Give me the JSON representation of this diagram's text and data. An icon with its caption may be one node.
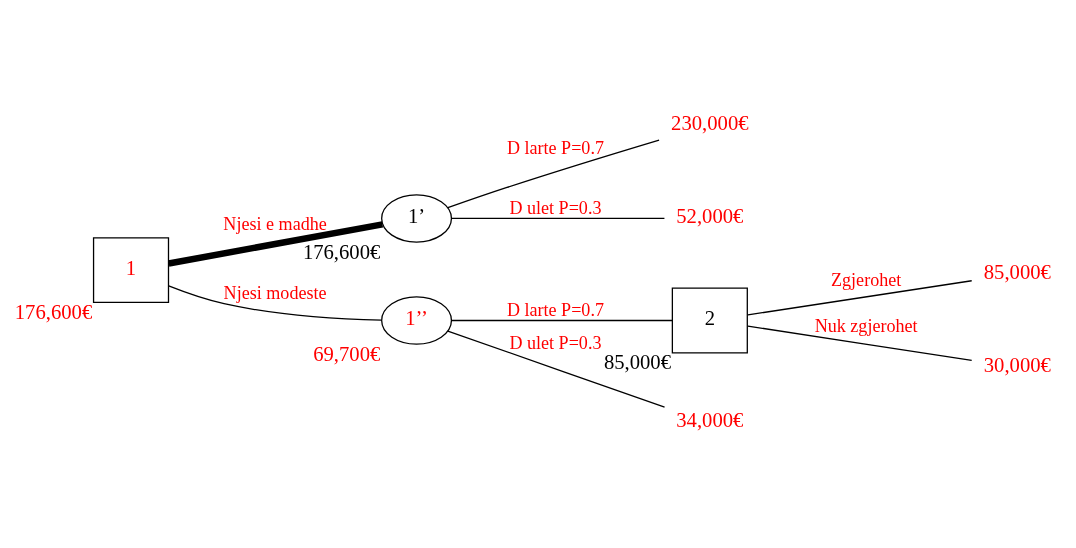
{
  "diagram": {
    "nodes": [
      {
        "text": [
          "1"
        ],
        "beside": [
          "176,600€"
        ]
      },
      {
        "text": [
          "1’"
        ],
        "beside": [
          "176,600€"
        ]
      },
      {
        "text": [
          "230,000€"
        ]
      },
      {
        "text": [
          "52,000€"
        ]
      },
      {
        "text": [
          "1’’"
        ],
        "beside": [
          "69,700€"
        ]
      },
      {
        "text": [
          "2"
        ],
        "beside": [
          "85,000€"
        ]
      },
      {
        "text": [
          "85,000€"
        ]
      },
      {
        "text": [
          "30,000€"
        ]
      },
      {
        "text": [
          "34,000€"
        ]
      }
    ],
    "edges": [
      {
        "from": 0,
        "to": 1,
        "arrow": "none",
        "label": "Njesi e madhe",
        "style": "thick"
      },
      {
        "from": 1,
        "to": 2,
        "arrow": "none",
        "label": "D larte P=0.7"
      },
      {
        "from": 1,
        "to": 3,
        "arrow": "none",
        "label": "D ulet P=0.3"
      },
      {
        "from": 0,
        "to": 4,
        "arrow": "none",
        "label": "Njesi modeste"
      },
      {
        "from": 4,
        "to": 5,
        "arrow": "none",
        "label": "D larte P=0.7"
      },
      {
        "from": 5,
        "to": 6,
        "arrow": "none",
        "label": "Zgjerohet"
      },
      {
        "from": 5,
        "to": 7,
        "arrow": "none",
        "label": "Nuk zgjerohet"
      },
      {
        "from": 4,
        "to": 8,
        "arrow": "none",
        "label": "D ulet P=0.3"
      }
    ]
  }
}
